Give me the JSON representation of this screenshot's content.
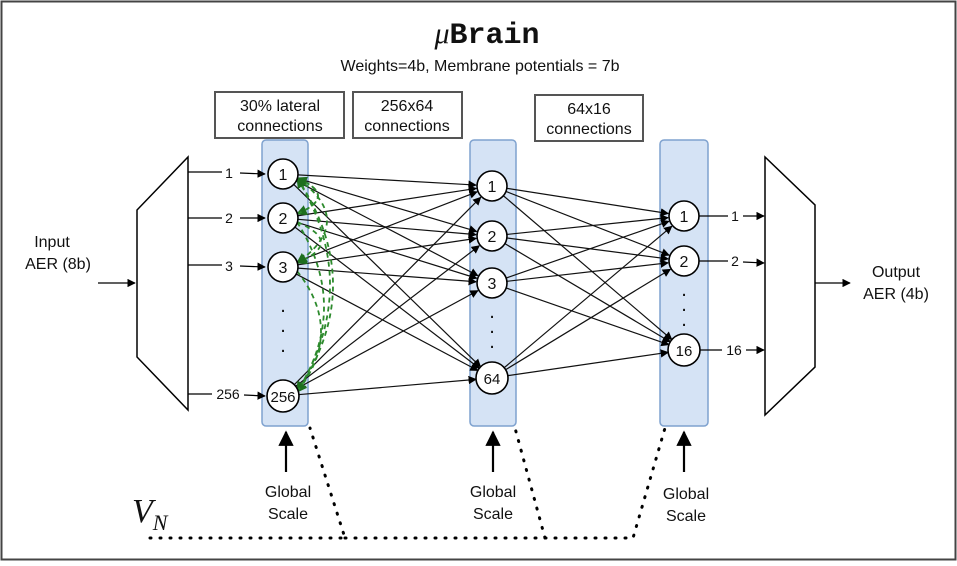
{
  "title": {
    "prefix": "μ",
    "word": "Brain"
  },
  "subtitle": "Weights=4b,    Membrane potentials = 7b",
  "annotations": {
    "lateral": [
      "30% lateral",
      "connections"
    ],
    "conn1": [
      "256x64",
      "connections"
    ],
    "conn2": [
      "64x16",
      "connections"
    ]
  },
  "input_label": [
    "Input",
    "AER (8b)"
  ],
  "output_label": [
    "Output",
    "AER (4b)"
  ],
  "global_scale": [
    "Global",
    "Scale"
  ],
  "vn": {
    "main": "V",
    "sub": "N"
  },
  "layers": [
    {
      "neurons": [
        "1",
        "2",
        "3",
        "256"
      ],
      "input_labels": [
        "1",
        "2",
        "3",
        "256"
      ]
    },
    {
      "neurons": [
        "1",
        "2",
        "3",
        "64"
      ]
    },
    {
      "neurons": [
        "1",
        "2",
        "16"
      ],
      "output_labels": [
        "1",
        "2",
        "16"
      ]
    }
  ],
  "ellipsis": "."
}
